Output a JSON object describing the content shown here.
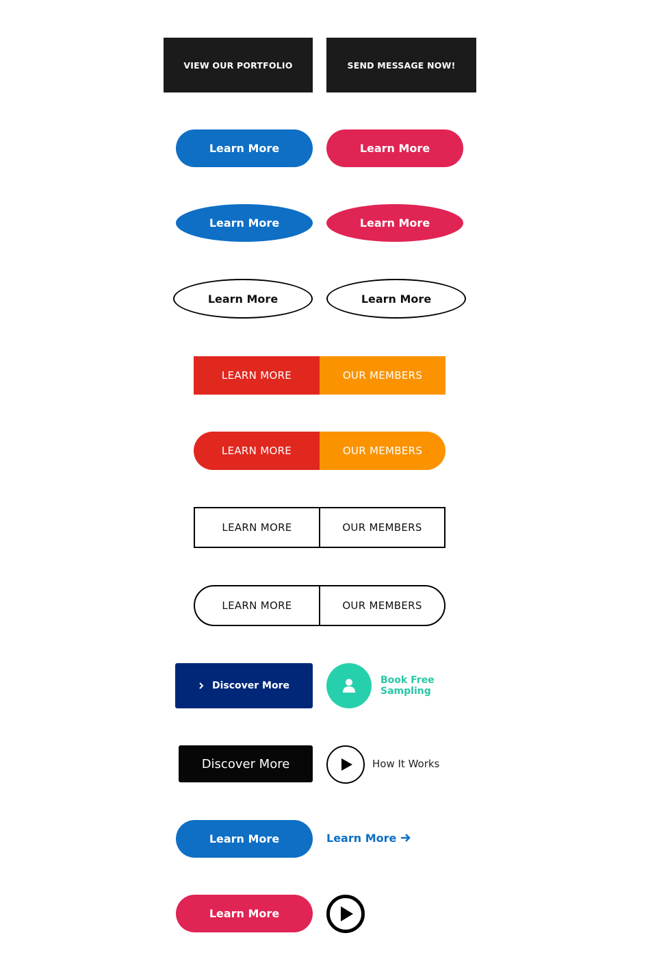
{
  "row1": {
    "left": "VIEW OUR PORTFOLIO",
    "right": "SEND MESSAGE NOW!"
  },
  "row2": {
    "left": "Learn More",
    "right": "Learn More"
  },
  "row3": {
    "left": "Learn More",
    "right": "Learn More"
  },
  "row4": {
    "left": "Learn More",
    "right": "Learn More"
  },
  "row5": {
    "left": "LEARN MORE",
    "right": "OUR MEMBERS"
  },
  "row6": {
    "left": "LEARN MORE",
    "right": "OUR MEMBERS"
  },
  "row7": {
    "left": "LEARN MORE",
    "right": "OUR MEMBERS"
  },
  "row8": {
    "left": "LEARN MORE",
    "right": "OUR MEMBERS"
  },
  "row9": {
    "button": "Discover More",
    "link": "Book Free Sampling"
  },
  "row10": {
    "button": "Discover More",
    "link": "How It Works"
  },
  "row11": {
    "button": "Learn More",
    "link": "Learn More"
  },
  "row12": {
    "button": "Learn More"
  },
  "icons": {
    "chevron": "chevron-right-icon",
    "user": "user-icon",
    "play": "play-icon",
    "arrow": "arrow-right-icon"
  },
  "colors": {
    "dark": "#1c1b1c",
    "blue": "#0e6fc5",
    "red_pink": "#e02454",
    "red": "#e0281f",
    "orange": "#fb9300",
    "navy": "#012878",
    "teal": "#27d0ad"
  }
}
